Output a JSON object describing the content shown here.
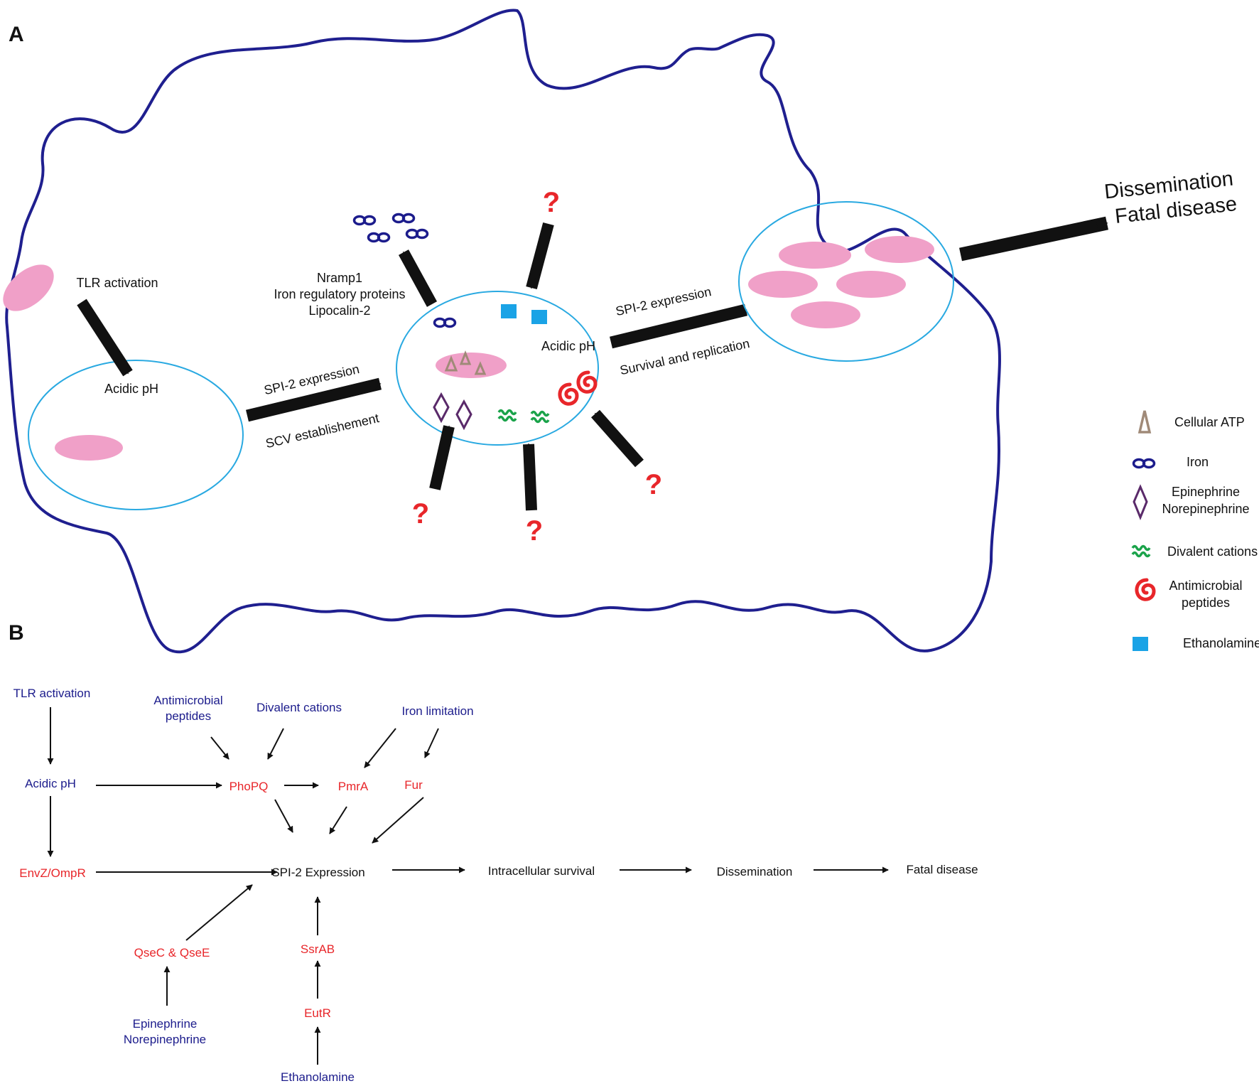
{
  "colors": {
    "membrane": "#1f1f8f",
    "vacuole": "#29a9e1",
    "bacteria": "#f0a0c8",
    "blue_text": "#1c1c8c",
    "red_text": "#e8262a",
    "iron": "#1c1c8c",
    "atp": "#a08a78",
    "epinephrine": "#5a2a6a",
    "divalent": "#1aa34a",
    "amp": "#e8262a",
    "ethanolamine": "#1aa3e6",
    "question": "#e8262a"
  },
  "panel_a": {
    "label": "A",
    "tlr_activation": "TLR activation",
    "acidic_ph_left": "Acidic pH",
    "spi2_expression_1": "SPI-2 expression",
    "scv_establishment": "SCV establishement",
    "nramp_line1": "Nramp1",
    "nramp_line2": "Iron regulatory proteins",
    "nramp_line3": "Lipocalin-2",
    "acidic_ph_center": "Acidic pH",
    "spi2_expression_2": "SPI-2 expression",
    "survival_replication": "Survival and replication",
    "dissemination": "Dissemination",
    "fatal_disease": "Fatal disease",
    "question_mark": "?"
  },
  "legend": [
    {
      "icon": "triangle-icon",
      "text": "Cellular ATP"
    },
    {
      "icon": "infinity-icon",
      "text": "Iron"
    },
    {
      "icon": "diamond-icon",
      "text_line1": "Epinephrine",
      "text_line2": "Norepinephrine"
    },
    {
      "icon": "approx-icon",
      "text": "Divalent cations"
    },
    {
      "icon": "spiral-icon",
      "text_line1": "Antimicrobial",
      "text_line2": "peptides"
    },
    {
      "icon": "square-icon",
      "text": "Ethanolamine"
    }
  ],
  "panel_b": {
    "label": "B",
    "tlr_activation": "TLR activation",
    "acidic_ph": "Acidic pH",
    "envz_ompr": "EnvZ/OmpR",
    "amp_line1": "Antimicrobial",
    "amp_line2": "peptides",
    "divalent_cations": "Divalent cations",
    "iron_limitation": "Iron limitation",
    "phopq": "PhoPQ",
    "pmra": "PmrA",
    "fur": "Fur",
    "spi2_expression": "SPI-2 Expression",
    "intracellular_survival": "Intracellular survival",
    "dissemination": "Dissemination",
    "fatal_disease": "Fatal disease",
    "qsec_qsee": "QseC & QseE",
    "ssrab": "SsrAB",
    "eutr": "EutR",
    "epi_line1": "Epinephrine",
    "epi_line2": "Norepinephrine",
    "ethanolamine": "Ethanolamine"
  }
}
